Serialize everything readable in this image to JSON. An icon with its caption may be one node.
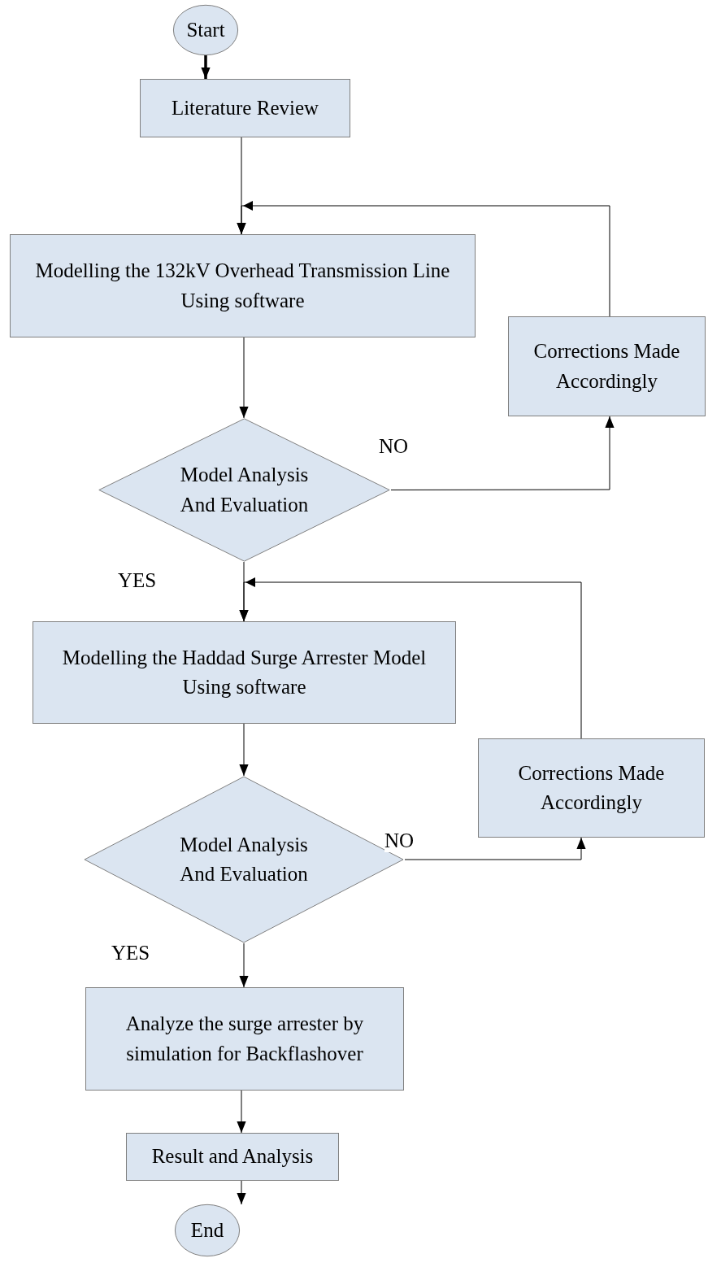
{
  "diagram": {
    "nodes": [
      {
        "text": [
          "Start"
        ]
      },
      {
        "text": [
          "Literature Review"
        ]
      },
      {
        "text": [
          "Modelling the 132kV Overhead Transmission Line Using software"
        ]
      },
      {
        "text": [
          "Corrections Made Accordingly"
        ]
      },
      {
        "text": [
          "Model Analysis And Evaluation"
        ]
      },
      {
        "text": [
          "Modelling the Haddad Surge Arrester Model Using software"
        ]
      },
      {
        "text": [
          "Corrections Made Accordingly"
        ]
      },
      {
        "text": [
          "Model Analysis And Evaluation"
        ]
      },
      {
        "text": [
          "Analyze the surge arrester by simulation for Backflashover"
        ]
      },
      {
        "text": [
          "Result and Analysis"
        ]
      },
      {
        "text": [
          "End"
        ]
      }
    ],
    "edges": [
      {
        "from": 0,
        "to": 1,
        "arrow": "to",
        "style": "thick"
      },
      {
        "from": 1,
        "to": 2,
        "arrow": "to"
      },
      {
        "from": 2,
        "to": 4,
        "arrow": "to"
      },
      {
        "from": 4,
        "to": 3,
        "arrow": "to",
        "label": "NO"
      },
      {
        "from": 3,
        "to": 2,
        "arrow": "to"
      },
      {
        "from": 4,
        "to": 5,
        "arrow": "to",
        "label": "YES"
      },
      {
        "from": 7,
        "to": 6,
        "arrow": "to",
        "label": "NO"
      },
      {
        "from": 6,
        "to": 5,
        "arrow": "to"
      },
      {
        "from": 5,
        "to": 7,
        "arrow": "to"
      },
      {
        "from": 7,
        "to": 8,
        "arrow": "to",
        "label": "YES"
      },
      {
        "from": 8,
        "to": 9,
        "arrow": "to"
      },
      {
        "from": 9,
        "to": 10,
        "arrow": "to"
      }
    ]
  }
}
